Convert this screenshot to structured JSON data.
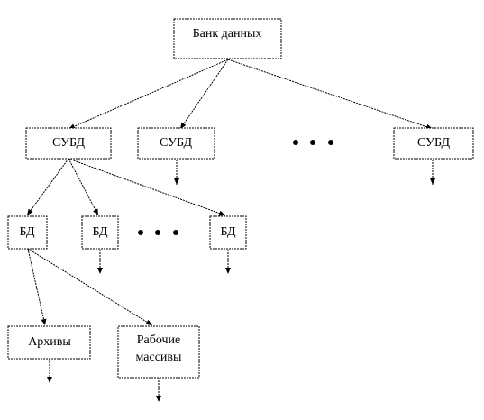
{
  "diagram": {
    "type": "hierarchy",
    "nodes": {
      "bank": "Банк данных",
      "dbms_1": "СУБД",
      "dbms_2": "СУБД",
      "dbms_3": "СУБД",
      "db_1": "БД",
      "db_2": "БД",
      "db_3": "БД",
      "archives": "Архивы",
      "working_arrays_line1": "Рабочие",
      "working_arrays_line2": "массивы"
    },
    "edges": [
      [
        "bank",
        "dbms_1"
      ],
      [
        "bank",
        "dbms_2"
      ],
      [
        "bank",
        "dbms_3"
      ],
      [
        "dbms_1",
        "db_1"
      ],
      [
        "dbms_1",
        "db_2"
      ],
      [
        "dbms_1",
        "db_3"
      ],
      [
        "db_1",
        "archives"
      ],
      [
        "db_1",
        "working_arrays"
      ]
    ],
    "continuation_stubs": [
      "dbms_2",
      "dbms_3",
      "db_2",
      "db_3",
      "archives",
      "working_arrays"
    ],
    "ellipses": [
      "between dbms_2 and dbms_3",
      "between db_2 and db_3"
    ]
  }
}
